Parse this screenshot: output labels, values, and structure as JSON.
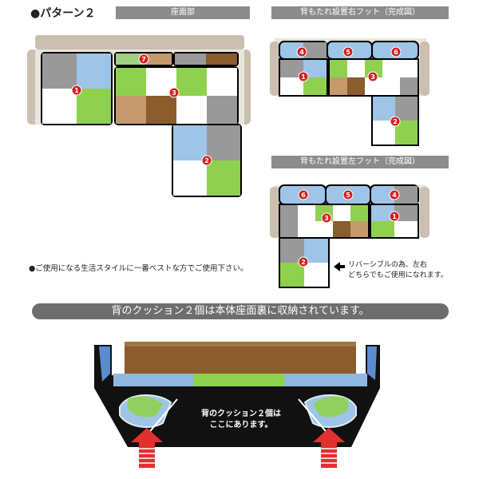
{
  "pattern_title": "●パターン２",
  "banners": {
    "seat": "座面部",
    "right_foot": "背もたれ設置右フット（完成図）",
    "left_foot": "背もたれ設置左フット（完成図）"
  },
  "usage_note": "●ご使用になる生活スタイルに一番ベストな方でご使用下さい。",
  "reversible_note": {
    "line1": "リバーシブルの為、左右",
    "line2": "どちらでもご使用になれます。"
  },
  "storage_banner": "背のクッション２個は本体座面裏に収納されています。",
  "storage_label": {
    "line1": "背のクッション２個は",
    "line2": "ここにあります。"
  },
  "badges": [
    "1",
    "2",
    "3",
    "4",
    "5",
    "6",
    "7"
  ],
  "colors": {
    "gray": "#999999",
    "blue": "#9ec4e8",
    "green": "#8fd14f",
    "tan": "#c49a6c",
    "brown": "#8a5c2e",
    "frame": "#cbbfb0",
    "badge": "#d42020",
    "arrow": "#e23030"
  }
}
